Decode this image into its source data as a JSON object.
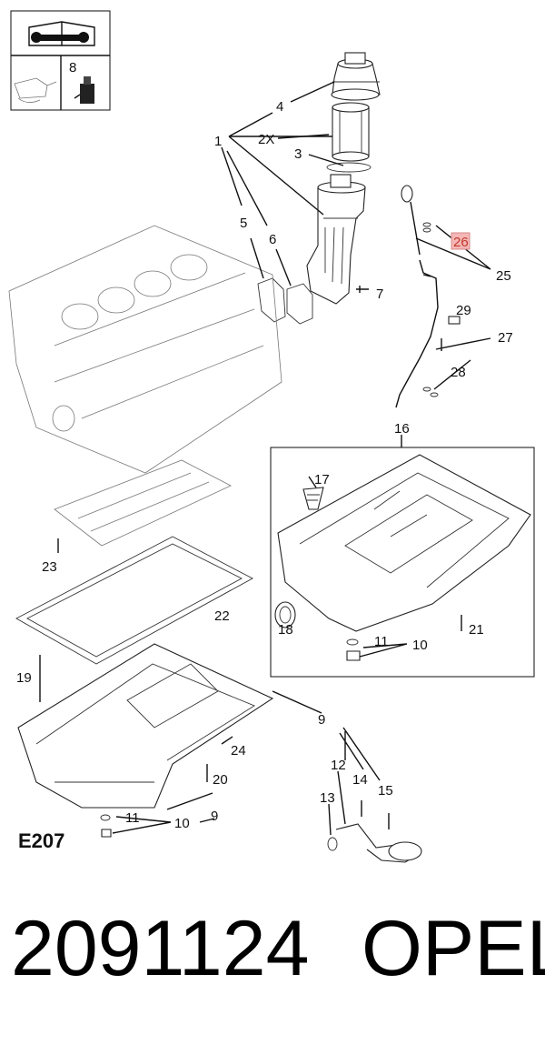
{
  "diagram": {
    "code": "E207",
    "callouts": {
      "c1": "1",
      "c2x": "2X",
      "c3": "3",
      "c4": "4",
      "c5": "5",
      "c6": "6",
      "c7": "7",
      "c8": "8",
      "c9a": "9",
      "c9b": "9",
      "c10a": "10",
      "c10b": "10",
      "c11a": "11",
      "c11b": "11",
      "c12": "12",
      "c13": "13",
      "c14": "14",
      "c15": "15",
      "c16": "16",
      "c17": "17",
      "c18": "18",
      "c19": "19",
      "c20": "20",
      "c21": "21",
      "c22": "22",
      "c23": "23",
      "c24": "24",
      "c25": "25",
      "c26": "26",
      "c27": "27",
      "c28": "28",
      "c29": "29"
    },
    "highlight_color": "#f4b6b6"
  },
  "footer": {
    "part_number": "2091124",
    "brand": "OPEL"
  }
}
